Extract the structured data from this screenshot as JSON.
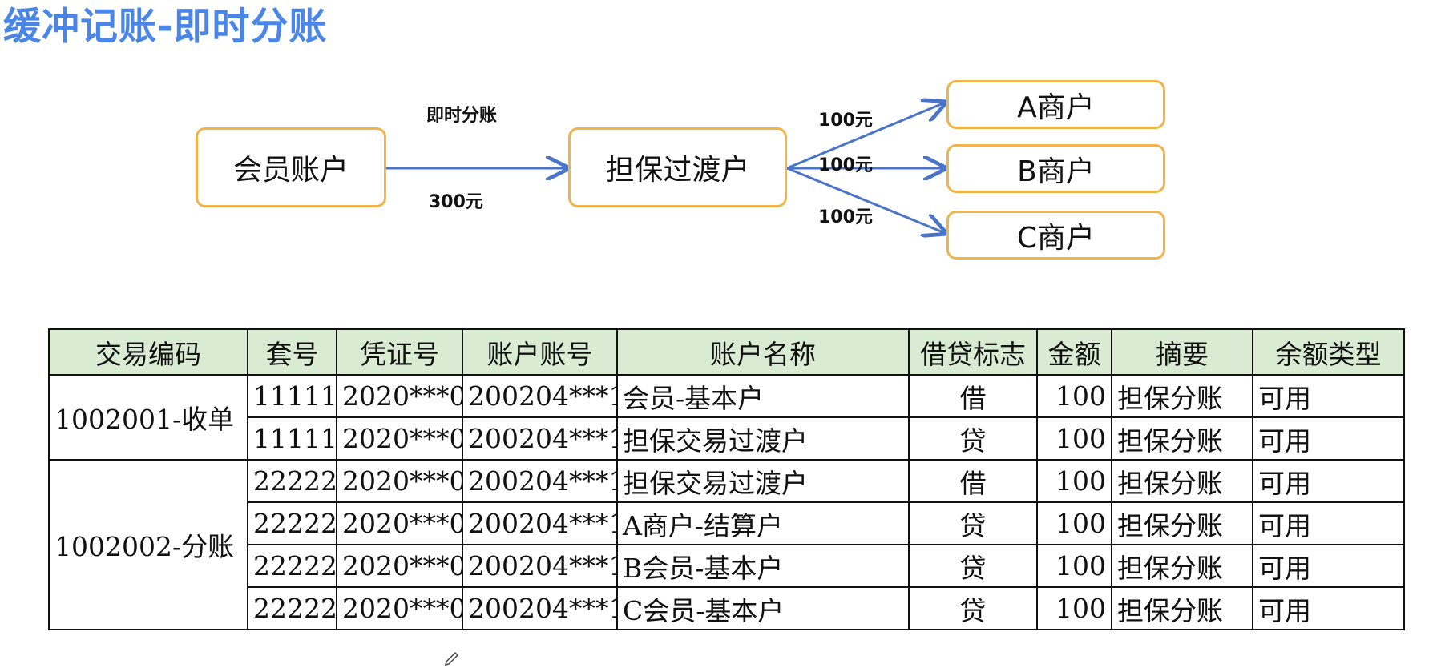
{
  "title": "缓冲记账-即时分账",
  "diagram": {
    "nodes": {
      "member": "会员账户",
      "escrow": "担保过渡户",
      "merchant_a": "A商户",
      "merchant_b": "B商户",
      "merchant_c": "C商户"
    },
    "edge_labels": {
      "split_name": "即时分账",
      "member_to_escrow": "300元",
      "to_a": "100元",
      "to_b": "100元",
      "to_c": "100元"
    },
    "colors": {
      "node_border": "#f0b44a",
      "arrow": "#4a74c9",
      "title": "#4a86e8"
    }
  },
  "table": {
    "headers": [
      "交易编码",
      "套号",
      "凭证号",
      "账户账号",
      "账户名称",
      "借贷标志",
      "金额",
      "摘要",
      "余额类型"
    ],
    "groups": [
      {
        "code": "1002001-收单",
        "rows": [
          [
            "11111",
            "2020***0",
            "200204***1",
            "会员-基本户",
            "借",
            "100",
            "担保分账",
            "可用"
          ],
          [
            "11111",
            "2020***0",
            "200204***1",
            "担保交易过渡户",
            "贷",
            "100",
            "担保分账",
            "可用"
          ]
        ]
      },
      {
        "code": "1002002-分账",
        "rows": [
          [
            "22222",
            "2020***0",
            "200204***1",
            "担保交易过渡户",
            "借",
            "100",
            "担保分账",
            "可用"
          ],
          [
            "22222",
            "2020***0",
            "200204***1",
            "A商户-结算户",
            "贷",
            "100",
            "担保分账",
            "可用"
          ],
          [
            "22222",
            "2020***0",
            "200204***1",
            "B会员-基本户",
            "贷",
            "100",
            "担保分账",
            "可用"
          ],
          [
            "22222",
            "2020***0",
            "200204***1",
            "C会员-基本户",
            "贷",
            "100",
            "担保分账",
            "可用"
          ]
        ]
      }
    ],
    "header_bg": "#d9ecd3"
  }
}
